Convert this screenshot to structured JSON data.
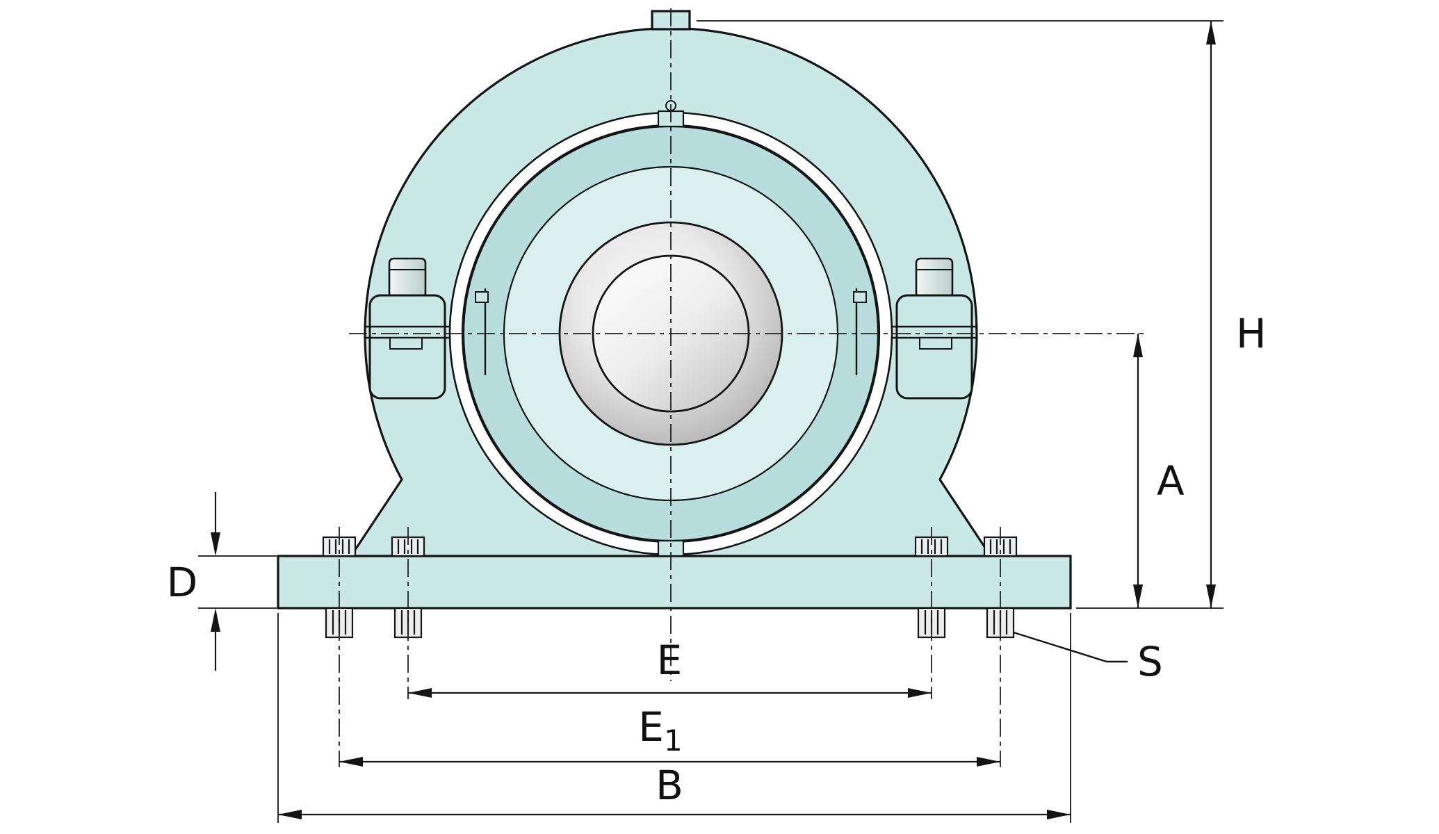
{
  "drawing": {
    "kind": "pillow-block-bearing-housing-front-view-dimension-drawing",
    "dimension_labels": {
      "total_height": "H",
      "center_height": "A",
      "base_thickness": "D",
      "bolt_spacing_inner": "E",
      "bolt_spacing_outer_base": "E",
      "bolt_spacing_outer_sub": "1",
      "base_width": "B",
      "bolt_callout": "S"
    },
    "colors": {
      "housing_fill": "#c9e8e6",
      "ring_fill": "#b7dedc",
      "inner_fill": "#daf0ee",
      "hardware_fill": "#e9f0ef",
      "bolt_fill": "#ededed",
      "outline": "#141414",
      "background": "#ffffff"
    }
  }
}
